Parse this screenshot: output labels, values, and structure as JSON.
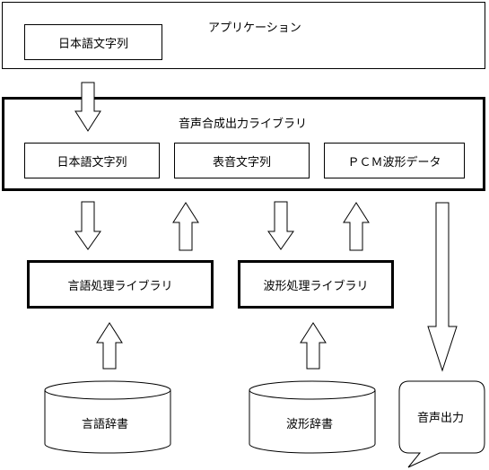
{
  "application": {
    "title": "アプリケーション",
    "inner_label": "日本語文字列"
  },
  "synthesis_library": {
    "title": "音声合成出力ライブラリ",
    "boxes": [
      "日本語文字列",
      "表音文字列",
      "ＰＣＭ波形データ"
    ]
  },
  "language_library": {
    "label": "言語処理ライブラリ"
  },
  "waveform_library": {
    "label": "波形処理ライブラリ"
  },
  "language_dictionary": {
    "label": "言語辞書"
  },
  "waveform_dictionary": {
    "label": "波形辞書"
  },
  "audio_output": {
    "label": "音声出力"
  }
}
